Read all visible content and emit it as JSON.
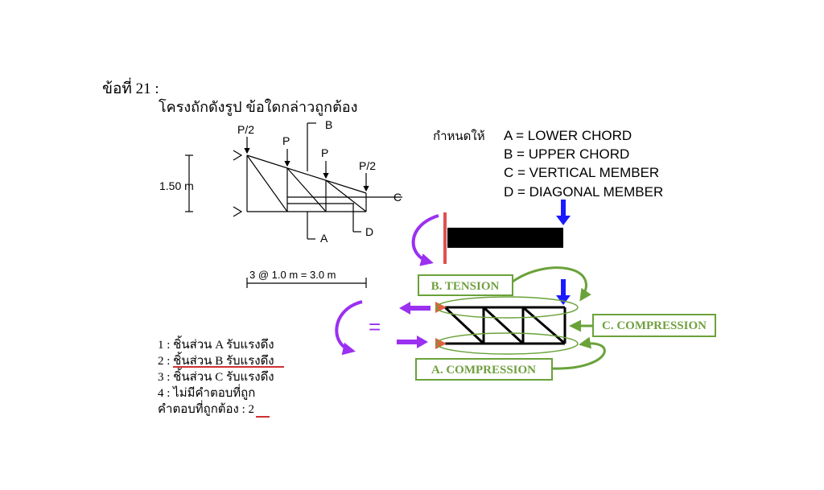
{
  "question": {
    "number_label": "ข้อที่ 21 :",
    "prompt": "โครงถักดังรูป ข้อใดกล่าวถูกต้อง"
  },
  "truss_figure": {
    "loads": [
      "P/2",
      "P",
      "P",
      "P/2"
    ],
    "height_label": "1.50 m",
    "span_label": "3 @ 1.0 m = 3.0 m",
    "member_tags": [
      "A",
      "B",
      "C",
      "D"
    ]
  },
  "definitions": {
    "intro": "กำหนดให้",
    "items": [
      "A = LOWER CHORD",
      "B = UPPER CHORD",
      "C = VERTICAL MEMBER",
      "D = DIAGONAL MEMBER"
    ]
  },
  "choices": [
    {
      "num": "1 :",
      "text": "ชิ้นส่วน A รับแรงดึง"
    },
    {
      "num": "2 :",
      "text": "ชิ้นส่วน B รับแรงดึง"
    },
    {
      "num": "3 :",
      "text": "ชิ้นส่วน C รับแรงดึง"
    },
    {
      "num": "4 :",
      "text": "ไม่มีคำตอบที่ถูก"
    }
  ],
  "answer": {
    "label": "คำตอบที่ถูกต้อง :",
    "value": "2"
  },
  "annotations": {
    "equals": "=",
    "b_label": "B. TENSION",
    "c_label": "C. COMPRESSION",
    "a_label": "A. COMPRESSION"
  },
  "colors": {
    "purple": "#9b30f0",
    "green": "#6aa23a",
    "blue": "#1a1aff",
    "red": "#e05050"
  }
}
